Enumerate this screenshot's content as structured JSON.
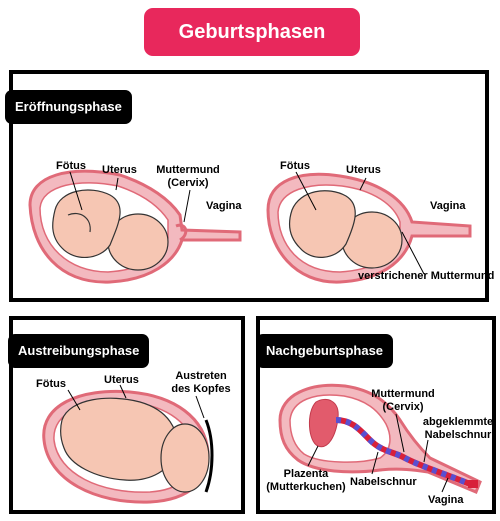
{
  "title": "Geburtsphasen",
  "panels": {
    "eroeffnung": {
      "tag": "Eröffnungsphase",
      "left": {
        "foetus": "Fötus",
        "uterus": "Uterus",
        "muttermund": "Muttermund",
        "cervix": "(Cervix)",
        "vagina": "Vagina"
      },
      "right": {
        "foetus": "Fötus",
        "uterus": "Uterus",
        "vagina": "Vagina",
        "verstrichener": "verstrichener Muttermund"
      }
    },
    "austreibung": {
      "tag": "Austreibungsphase",
      "foetus": "Fötus",
      "uterus": "Uterus",
      "austreten": "Austreten",
      "kopfes": "des Kopfes"
    },
    "nachgeburt": {
      "tag": "Nachgeburtsphase",
      "muttermund": "Muttermund",
      "cervix": "(Cervix)",
      "abgeklemmte": "abgeklemmte",
      "nabelschnur_top": "Nabelschnur",
      "plazenta": "Plazenta",
      "mutterkuchen": "(Mutterkuchen)",
      "nabelschnur": "Nabelschnur",
      "vagina": "Vagina"
    }
  },
  "colors": {
    "accent": "#e8285c",
    "uterus": "#e06a78",
    "skin": "#f6c6b3",
    "cord_red": "#d8203a",
    "cord_blue": "#5a4fd0"
  }
}
